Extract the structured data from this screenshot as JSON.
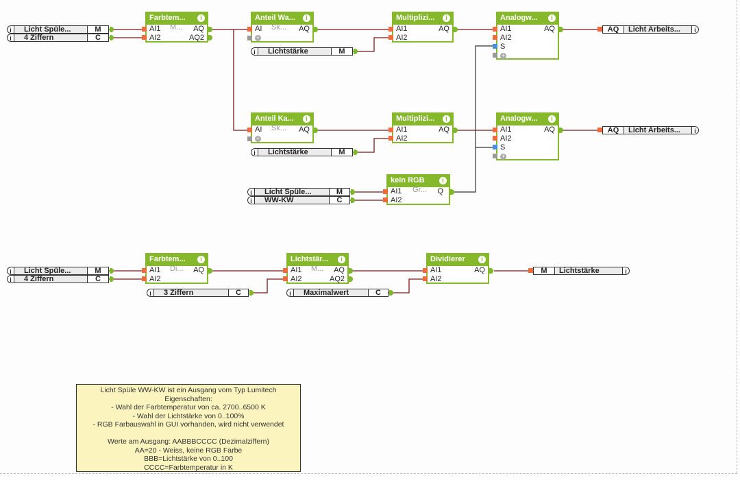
{
  "blocks": {
    "farbtemp1": {
      "title": "Farbtem...",
      "param": "M...",
      "inputs": [
        "AI1",
        "AI2"
      ],
      "outputs": [
        "AQ",
        "AQ2"
      ]
    },
    "anteil_wa": {
      "title": "Anteil Wa...",
      "param": "Sk...",
      "inputs": [
        "AI"
      ],
      "outputs": [
        "AQ"
      ]
    },
    "mult1": {
      "title": "Multiplizi...",
      "inputs": [
        "AI1",
        "AI2"
      ],
      "outputs": [
        "AQ"
      ]
    },
    "analog1": {
      "title": "Analogw...",
      "inputs": [
        "AI1",
        "AI2",
        "S"
      ],
      "outputs": [
        "AQ"
      ]
    },
    "anteil_ka": {
      "title": "Anteil Ka...",
      "param": "Sk...",
      "inputs": [
        "AI"
      ],
      "outputs": [
        "AQ"
      ]
    },
    "mult2": {
      "title": "Multiplizi...",
      "inputs": [
        "AI1",
        "AI2"
      ],
      "outputs": [
        "AQ"
      ]
    },
    "analog2": {
      "title": "Analogw...",
      "inputs": [
        "AI1",
        "AI2",
        "S"
      ],
      "outputs": [
        "AQ"
      ]
    },
    "kein_rgb": {
      "title": "kein RGB",
      "param": "Gr...",
      "inputs": [
        "AI1",
        "AI2"
      ],
      "outputs": [
        "Q"
      ]
    },
    "farbtemp2": {
      "title": "Farbtem...",
      "param": "Di...",
      "inputs": [
        "AI1",
        "AI2"
      ],
      "outputs": [
        "AQ"
      ]
    },
    "lichtstaer": {
      "title": "Lichtstär...",
      "param": "M...",
      "inputs": [
        "AI1",
        "AI2"
      ],
      "outputs": [
        "AQ",
        "AQ2"
      ]
    },
    "dividierer": {
      "title": "Dividierer",
      "inputs": [
        "AI1",
        "AI2"
      ],
      "outputs": [
        "AQ"
      ]
    }
  },
  "io": {
    "in1": {
      "label": "Licht Spüle...",
      "type": "M"
    },
    "in2": {
      "label": "4 Ziffern",
      "type": "C"
    },
    "in3": {
      "label": "Lichtstärke",
      "type": "M"
    },
    "in4": {
      "label": "Lichtstärke",
      "type": "M"
    },
    "in5": {
      "label": "Licht Spüle...",
      "type": "M"
    },
    "in6": {
      "label": "WW-KW",
      "type": "C"
    },
    "in7": {
      "label": "Licht Spüle...",
      "type": "M"
    },
    "in8": {
      "label": "4 Ziffern",
      "type": "C"
    },
    "in9": {
      "label": "3 Ziffern",
      "type": "C"
    },
    "in10": {
      "label": "Maximalwert",
      "type": "C"
    },
    "out1": {
      "label": "Licht Arbeits...",
      "type": "AQ"
    },
    "out2": {
      "label": "Licht Arbeits...",
      "type": "AQ"
    },
    "out3": {
      "label": "Lichtstärke",
      "type": "M"
    }
  },
  "info_glyph": "i",
  "add_glyph": "+",
  "comment": {
    "lines": [
      "Licht Spüle WW-KW ist ein Ausgang vom Typ Lumitech",
      "Eigenschaften:",
      "- Wahl der Farbtemperatur von ca. 2700..6500 K",
      "- Wahl der Lichtstärke von 0..100%",
      "- RGB Farbauswahl in GUI vorhanden, wird nicht verwendet",
      "",
      "Werte am Ausgang: AABBBCCCC (Dezimalziffern)",
      "AA=20 - Weiss, keine RGB Farbe",
      "BBB=Lichtstärke von 0..100",
      "CCCC=Farbtemperatur in K"
    ]
  },
  "colors": {
    "block": "#86b82c",
    "wire_analog": "#7a1a1a",
    "wire_binary": "#333333",
    "comment_bg": "#fbf4be"
  }
}
